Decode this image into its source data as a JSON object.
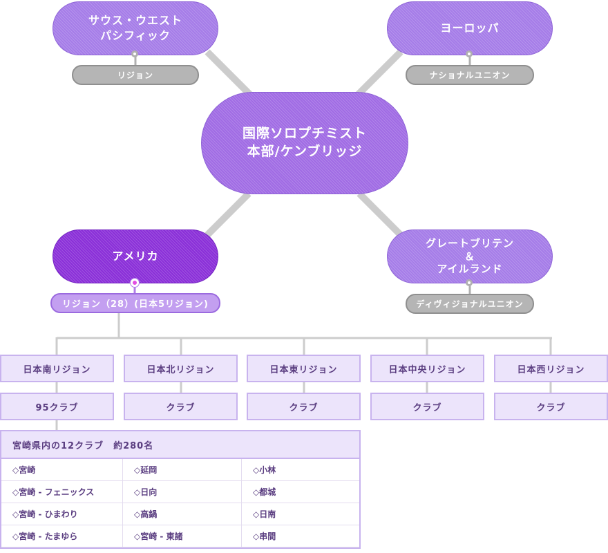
{
  "center": {
    "line1": "国際ソロプチミスト",
    "line2": "本部/ケンブリッジ"
  },
  "federations": {
    "southwest": {
      "line1": "サウス・ウエスト",
      "line2": "パシフィック",
      "sub": "リジョン"
    },
    "europe": {
      "line1": "ヨーロッパ",
      "sub": "ナショナルユニオン"
    },
    "americas": {
      "line1": "アメリカ",
      "sub": "リジョン（28）(日本5リジョン)"
    },
    "britain": {
      "line1": "グレートブリテン",
      "line2": "＆",
      "line3": "アイルランド",
      "sub": "ディヴィジョナルユニオン"
    }
  },
  "regions": [
    {
      "name": "日本南リジョン",
      "clubs": "95クラブ"
    },
    {
      "name": "日本北リジョン",
      "clubs": "クラブ"
    },
    {
      "name": "日本東リジョン",
      "clubs": "クラブ"
    },
    {
      "name": "日本中央リジョン",
      "clubs": "クラブ"
    },
    {
      "name": "日本西リジョン",
      "clubs": "クラブ"
    }
  ],
  "club_table": {
    "header": "宮崎県内の12クラブ　約280名",
    "clubs": [
      "◇宮崎",
      "◇延岡",
      "◇小林",
      "◇宮崎 - フェニックス",
      "◇日向",
      "◇都城",
      "◇宮崎 - ひまわり",
      "◇高鍋",
      "◇日南",
      "◇宮崎 - たまゆら",
      "◇宮崎 - 東諸",
      "◇串間"
    ]
  },
  "colors": {
    "pill": "#a57ce8",
    "pill_dark": "#8a2fd8",
    "box_bg": "#ece4fb",
    "box_border": "#c8b3ee",
    "connector": "#cccccc",
    "tag_gray": "#b5b5b5"
  }
}
